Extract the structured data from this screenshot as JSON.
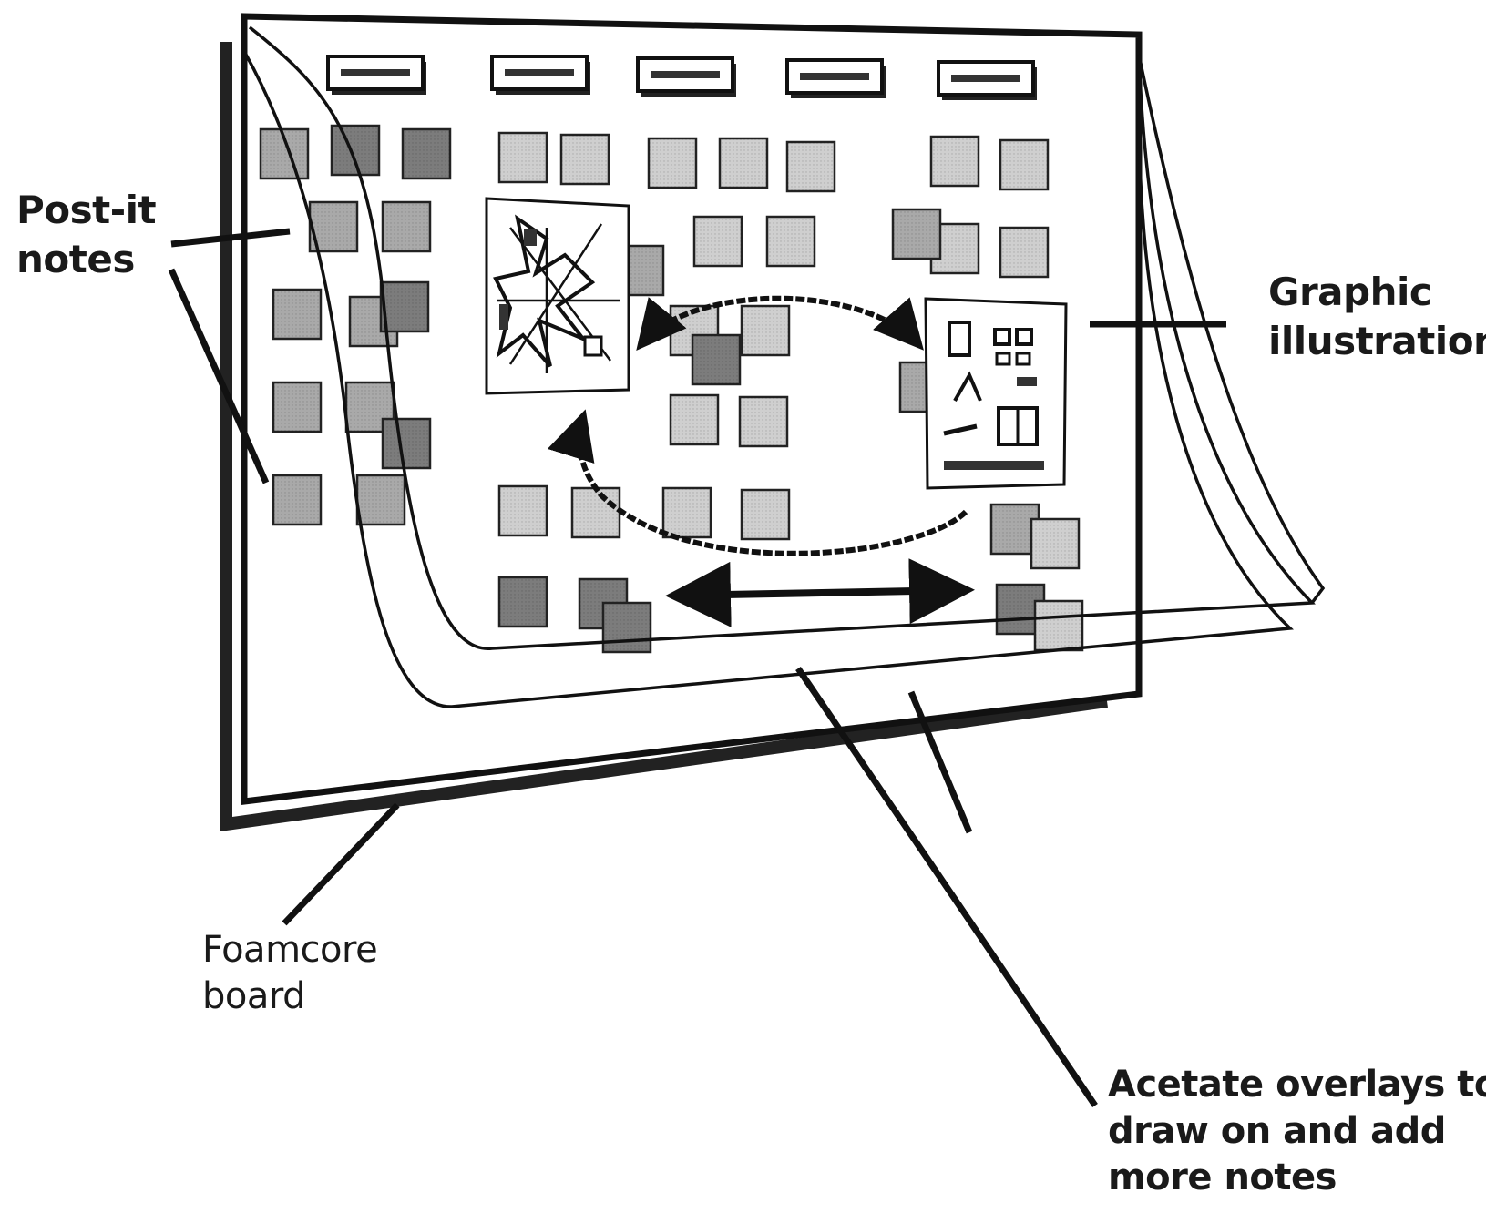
{
  "labels": {
    "postit": [
      "Post-it",
      "notes"
    ],
    "graphic": [
      "Graphic",
      "illustrations"
    ],
    "foamcore": [
      "Foamcore",
      "board"
    ],
    "acetate": [
      "Acetate overlays to",
      "draw on and add",
      "more notes"
    ]
  },
  "column_headers": [
    "",
    "",
    "",
    "",
    ""
  ],
  "colors": {
    "ink": "#111111",
    "note_light": "#cfcfcf",
    "note_mid": "#a9a9a9",
    "note_dark": "#7c7c7c",
    "background": "#ffffff"
  }
}
